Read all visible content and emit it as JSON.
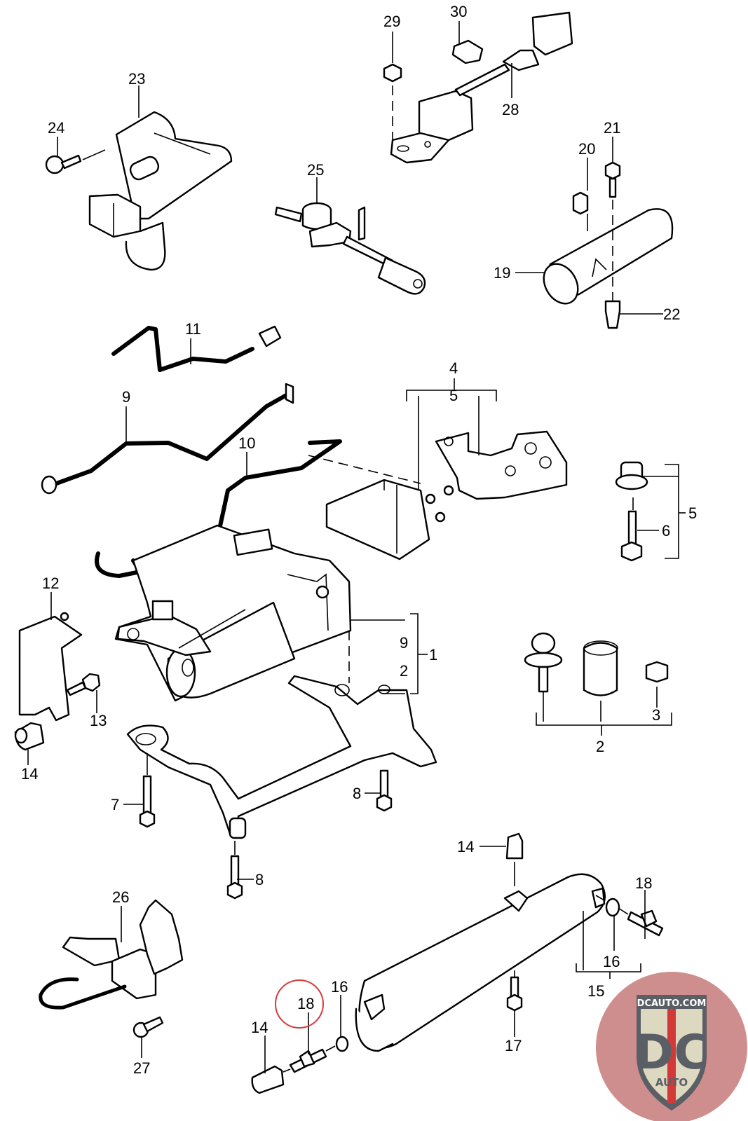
{
  "diagram": {
    "type": "exploded-parts-diagram",
    "subject": "Air suspension compressor assembly",
    "callouts": [
      {
        "id": "c1",
        "label": "1"
      },
      {
        "id": "c2a",
        "label": "2"
      },
      {
        "id": "c2b",
        "label": "2"
      },
      {
        "id": "c3",
        "label": "3"
      },
      {
        "id": "c4",
        "label": "4"
      },
      {
        "id": "c5a",
        "label": "5"
      },
      {
        "id": "c5b",
        "label": "5"
      },
      {
        "id": "c6",
        "label": "6"
      },
      {
        "id": "c7",
        "label": "7"
      },
      {
        "id": "c8a",
        "label": "8"
      },
      {
        "id": "c8b",
        "label": "8"
      },
      {
        "id": "c9a",
        "label": "9"
      },
      {
        "id": "c9b",
        "label": "9"
      },
      {
        "id": "c10",
        "label": "10"
      },
      {
        "id": "c11",
        "label": "11"
      },
      {
        "id": "c12",
        "label": "12"
      },
      {
        "id": "c13",
        "label": "13"
      },
      {
        "id": "c14a",
        "label": "14"
      },
      {
        "id": "c14b",
        "label": "14"
      },
      {
        "id": "c14c",
        "label": "14"
      },
      {
        "id": "c15",
        "label": "15"
      },
      {
        "id": "c16a",
        "label": "16"
      },
      {
        "id": "c16b",
        "label": "16"
      },
      {
        "id": "c17",
        "label": "17"
      },
      {
        "id": "c18a",
        "label": "18"
      },
      {
        "id": "c18b",
        "label": "18"
      },
      {
        "id": "c19",
        "label": "19"
      },
      {
        "id": "c20",
        "label": "20"
      },
      {
        "id": "c21",
        "label": "21"
      },
      {
        "id": "c22",
        "label": "22"
      },
      {
        "id": "c23",
        "label": "23"
      },
      {
        "id": "c24",
        "label": "24"
      },
      {
        "id": "c25",
        "label": "25"
      },
      {
        "id": "c26",
        "label": "26"
      },
      {
        "id": "c27",
        "label": "27"
      },
      {
        "id": "c28",
        "label": "28"
      },
      {
        "id": "c29",
        "label": "29"
      },
      {
        "id": "c30",
        "label": "30"
      }
    ],
    "highlighted_callout": "18",
    "highlight_color": "#d23a3a"
  },
  "watermark": {
    "top_text": "DCAUTO.COM",
    "main_text": "DC",
    "sub_text": "AUTO",
    "colors": {
      "badge_bg": "#c97a7a",
      "shield": "#5a5f66",
      "shield_inner": "#ddd8c0",
      "stripe": "#d23a3a"
    }
  }
}
